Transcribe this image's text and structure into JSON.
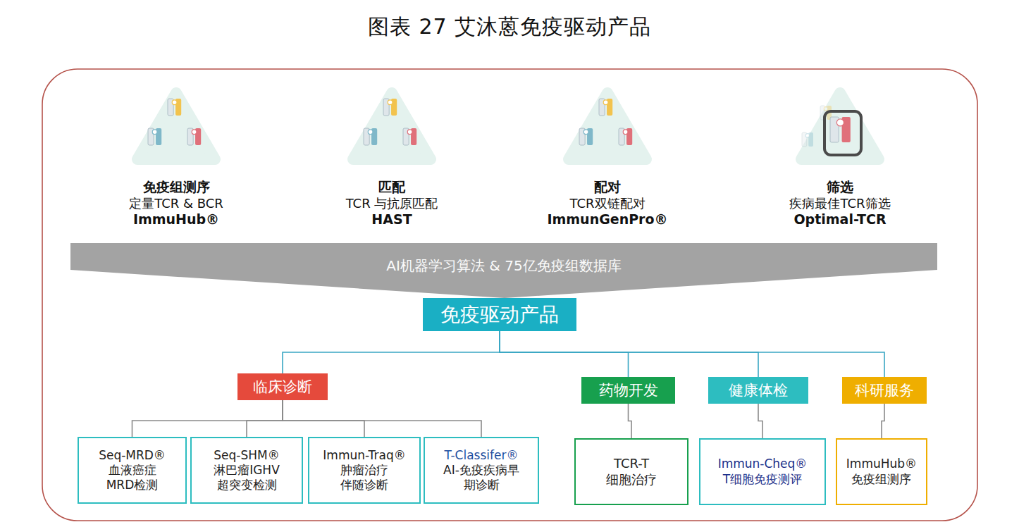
{
  "diagram": {
    "title": "图表 27 艾沐蒽免疫驱动产品",
    "nodes": [
      {
        "text": [
          "免疫组测序",
          "定量TCR & BCR",
          "ImmuHub®"
        ]
      },
      {
        "text": [
          "匹配",
          "TCR 与抗原匹配",
          "HAST"
        ]
      },
      {
        "text": [
          "配对",
          "TCR双链配对",
          "ImmunGenPro®"
        ]
      },
      {
        "text": [
          "筛选",
          "疾病最佳TCR筛选",
          "Optimal-TCR"
        ]
      },
      {
        "text": [
          "AI机器学习算法 & 75亿免疫组数据库"
        ]
      },
      {
        "text": [
          "免疫驱动产品"
        ]
      },
      {
        "text": [
          "临床诊断"
        ]
      },
      {
        "text": [
          "药物开发"
        ]
      },
      {
        "text": [
          "健康体检"
        ]
      },
      {
        "text": [
          "科研服务"
        ]
      },
      {
        "text": [
          "Seq-MRD®",
          "血液癌症 MRD检测"
        ]
      },
      {
        "text": [
          "Seq-SHM®",
          "淋巴瘤IGHV 超突变检测"
        ]
      },
      {
        "text": [
          "Immun-Traq®",
          "肿瘤治疗 伴随诊断"
        ]
      },
      {
        "text": [
          "T-Classifer®",
          "AI-免疫疾病早 期诊断"
        ]
      },
      {
        "text": [
          "TCR-T 细胞治疗"
        ]
      },
      {
        "text": [
          "Immun-Cheq®",
          "T细胞免疫测评"
        ]
      },
      {
        "text": [
          "ImmuHub®",
          "免疫组测序"
        ]
      }
    ],
    "edges": [
      {
        "from": 5,
        "to": 6,
        "arrow": "none"
      },
      {
        "from": 5,
        "to": 7,
        "arrow": "none"
      },
      {
        "from": 5,
        "to": 8,
        "arrow": "none"
      },
      {
        "from": 5,
        "to": 9,
        "arrow": "none"
      },
      {
        "from": 6,
        "to": 10,
        "arrow": "none"
      },
      {
        "from": 6,
        "to": 11,
        "arrow": "none"
      },
      {
        "from": 6,
        "to": 12,
        "arrow": "none"
      },
      {
        "from": 6,
        "to": 13,
        "arrow": "none"
      },
      {
        "from": 7,
        "to": 14,
        "arrow": "none"
      },
      {
        "from": 8,
        "to": 15,
        "arrow": "none"
      },
      {
        "from": 9,
        "to": 16,
        "arrow": "none"
      }
    ]
  }
}
